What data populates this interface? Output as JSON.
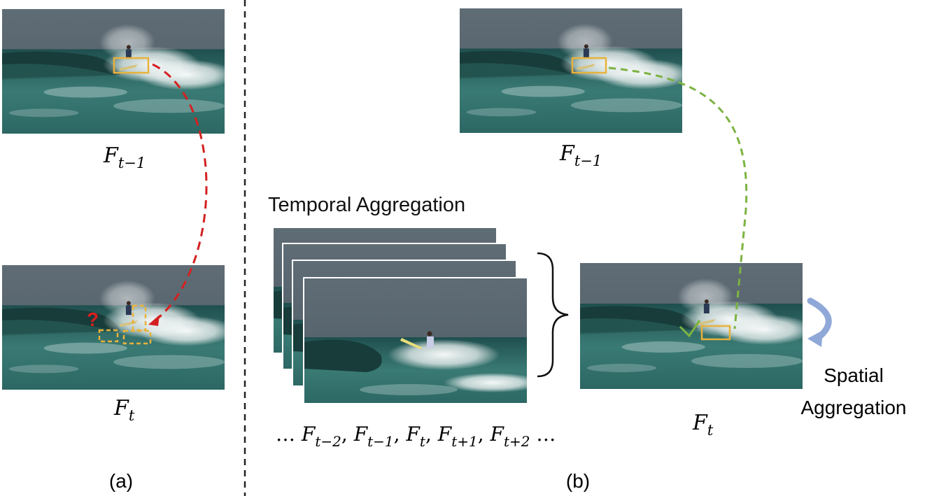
{
  "panel_a": {
    "caption": "(a)",
    "top_frame": {
      "label_base": "F",
      "label_sub": "t−1"
    },
    "bottom_frame": {
      "label_base": "F",
      "label_sub": "t"
    },
    "question_mark": "?"
  },
  "panel_b": {
    "caption": "(b)",
    "top_frame": {
      "label_base": "F",
      "label_sub": "t−1"
    },
    "right_frame": {
      "label_base": "F",
      "label_sub": "t"
    },
    "temporal_title": "Temporal Aggregation",
    "spatial_line1": "Spatial",
    "spatial_line2": "Aggregation",
    "sequence": {
      "prefix": "… ",
      "items": [
        {
          "base": "F",
          "sub": "t−2",
          "sep": ", "
        },
        {
          "base": "F",
          "sub": "t−1",
          "sep": ", "
        },
        {
          "base": "F",
          "sub": "t",
          "sep": ", "
        },
        {
          "base": "F",
          "sub": "t+1",
          "sep": ", "
        },
        {
          "base": "F",
          "sub": "t+2",
          "sep": " …"
        }
      ]
    }
  },
  "colors": {
    "box": "#e8b23a",
    "red_arrow": "#d42020",
    "green_arrow": "#7cb342",
    "blue_arrow": "#8fa8d8",
    "sky": "#5a6770",
    "sea": "#2f6a66"
  }
}
